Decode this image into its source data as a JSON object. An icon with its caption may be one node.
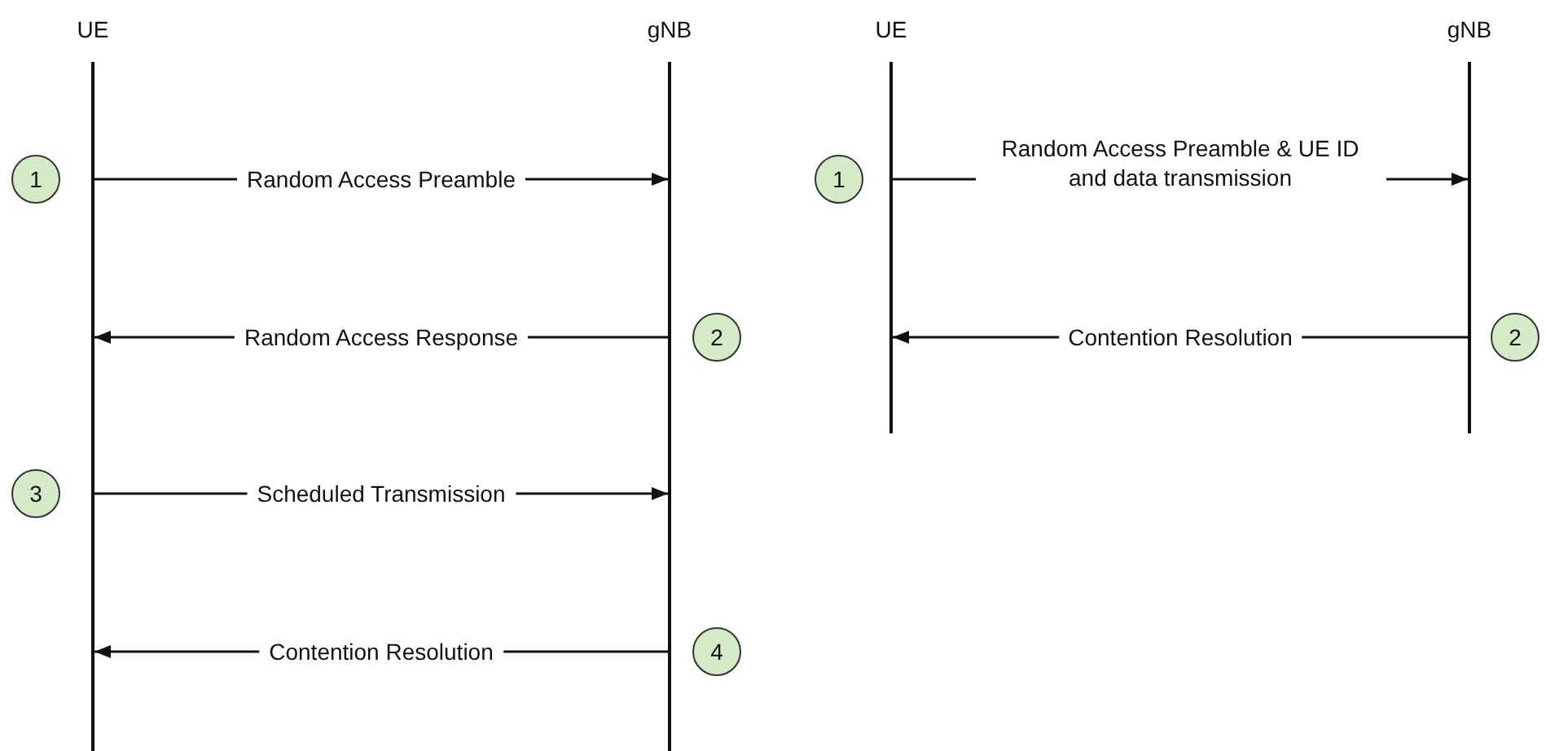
{
  "diagram": {
    "nodes": [
      {
        "text": [
          "UE"
        ]
      },
      {
        "text": [
          "gNB"
        ]
      },
      {
        "text": [
          "UE"
        ]
      },
      {
        "text": [
          "gNB"
        ]
      },
      {
        "text": [
          "1"
        ]
      },
      {
        "text": [
          "1"
        ]
      },
      {
        "text": [
          "2"
        ]
      },
      {
        "text": [
          "2"
        ]
      },
      {
        "text": [
          "3"
        ]
      },
      {
        "text": [
          "4"
        ]
      }
    ],
    "edges": [
      {
        "from": 0,
        "to": 1,
        "arrow": "to",
        "label": "Random Access Preamble"
      },
      {
        "from": 1,
        "to": 0,
        "arrow": "to",
        "label": "Random Access Response"
      },
      {
        "from": 0,
        "to": 1,
        "arrow": "to",
        "label": "Scheduled Transmission"
      },
      {
        "from": 1,
        "to": 0,
        "arrow": "to",
        "label": "Contention Resolution"
      },
      {
        "from": 2,
        "to": 3,
        "arrow": "to",
        "label": "Random Access Preamble & UE ID and data transmission"
      },
      {
        "from": 3,
        "to": 2,
        "arrow": "to",
        "label": "Contention Resolution"
      }
    ]
  }
}
